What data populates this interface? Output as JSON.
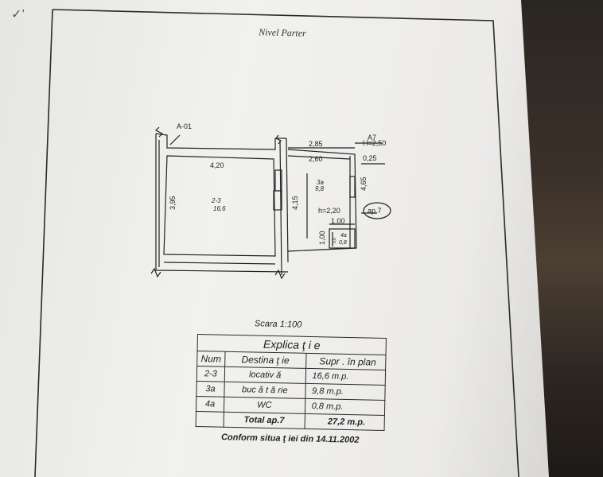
{
  "document": {
    "title": "Nivel Parter",
    "corner_mark": "✓’"
  },
  "plan": {
    "axis_label": "A-01",
    "corner_label_a": "A7",
    "height_total": "H=2,50",
    "dim_room2_width": "4,20",
    "dim_room2_height": "3,95",
    "dim_top_outer": "2,85",
    "dim_top_inner": "2,60",
    "dim_wall": "0,25",
    "dim_mid_height": "4,15",
    "dim_right_height": "4,65",
    "dim_wc_width": "1,00",
    "dim_wc_height": "1,00",
    "dim_wc_small": "0,8",
    "room_2_3_id": "2-3",
    "room_2_3_area": "16,6",
    "room_3a_id": "3a",
    "room_3a_area": "9,8",
    "room_4a_id": "4a",
    "room_4a_area": "0,8",
    "room_height": "h=2,20",
    "apartment_tag": "ap 7"
  },
  "scale": "Scara 1:100",
  "legend": {
    "caption": "Explica ţ i e",
    "headers": [
      "Num",
      "Destina ţ ie",
      "Supr . în plan"
    ],
    "rows": [
      {
        "num": "2-3",
        "dest": "locativ ă",
        "area": "16,6 m.p."
      },
      {
        "num": "3a",
        "dest": "buc ă t ă rie",
        "area": "9,8 m.p."
      },
      {
        "num": "4a",
        "dest": "WC",
        "area": "0,8 m.p."
      }
    ],
    "total_label": "Total ap.7",
    "total_area": "27,2 m.p."
  },
  "footer": "Conform situa ţ iei din 14.11.2002"
}
